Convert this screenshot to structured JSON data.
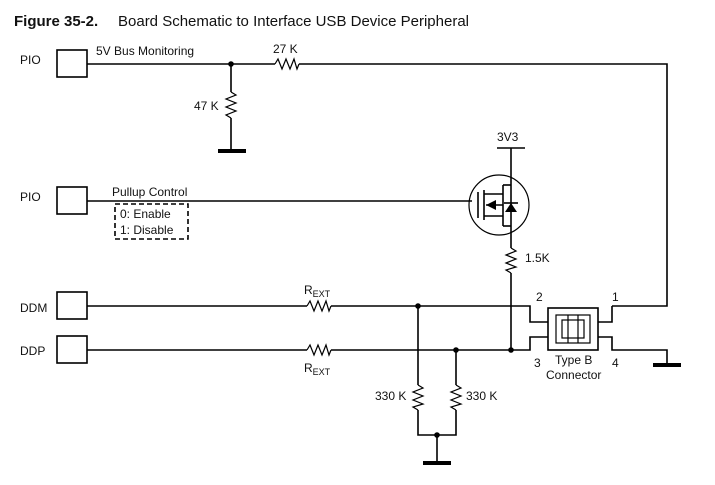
{
  "figure": {
    "number": "Figure 35-2.",
    "title": "Board Schematic to Interface USB Device Peripheral"
  },
  "pins": {
    "pio_top": "PIO",
    "pio_mid": "PIO",
    "ddm": "DDM",
    "ddp": "DDP"
  },
  "signals": {
    "bus_monitoring": "5V Bus Monitoring",
    "pullup_control": "Pullup Control",
    "pullup_option_0": "0: Enable",
    "pullup_option_1": "1: Disable"
  },
  "components": {
    "r_series": "27 K",
    "r_divider": "47 K",
    "supply": "3V3",
    "r_pullup": "1.5K",
    "rext_main": "R",
    "rext_sub": "EXT",
    "r_ddm_gnd": "330 K",
    "r_ddp_gnd": "330 K"
  },
  "connector": {
    "name_line1": "Type B",
    "name_line2": "Connector",
    "pin1": "1",
    "pin2": "2",
    "pin3": "3",
    "pin4": "4"
  }
}
